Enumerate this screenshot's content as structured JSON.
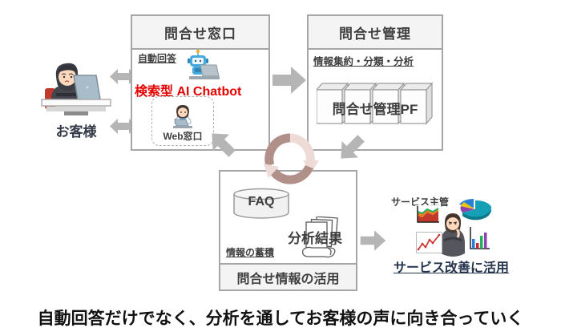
{
  "colors": {
    "box_border": "#a6a6a6",
    "header_bg": "#f4f4f4",
    "text_dark": "#3f3f3f",
    "accent_red": "#e60000",
    "navy": "#24344d",
    "arrow_gray": "#b5b5b5",
    "loop_pink": "#eedbd7",
    "loop_mauve": "#b2908a"
  },
  "customer": {
    "label": "お客様"
  },
  "inquiry_window": {
    "title": "問合せ窓口",
    "auto_answer_label": "自動回答",
    "chatbot_label": "検索型 AI Chatbot",
    "web_window_label": "Web窓口"
  },
  "inquiry_management": {
    "title": "問合せ管理",
    "subtitle": "情報集約・分類・分析",
    "platform_label": "問合せ管理PF"
  },
  "inquiry_utilization": {
    "title": "問合せ情報の活用",
    "faq_label": "FAQ",
    "analysis_label": "分析結果",
    "accumulation_label": "情報の蓄積"
  },
  "service": {
    "owner_label": "サービス主管",
    "improvement_label": "サービス改善に活用"
  },
  "tagline": "自動回答だけでなく、分析を通してお客様の声に向き合っていく",
  "icons": [
    "customer-at-laptop-icon",
    "double-arrow-icon",
    "robot-chatbot-icon",
    "web-operator-icon",
    "right-arrow-icon",
    "platform-cubes-icon",
    "cycle-loop-icon",
    "faq-database-icon",
    "documents-icon",
    "service-owner-icon",
    "area-chart-icon",
    "pie-chart-icon",
    "line-chart-icon",
    "bar-chart-icon"
  ]
}
